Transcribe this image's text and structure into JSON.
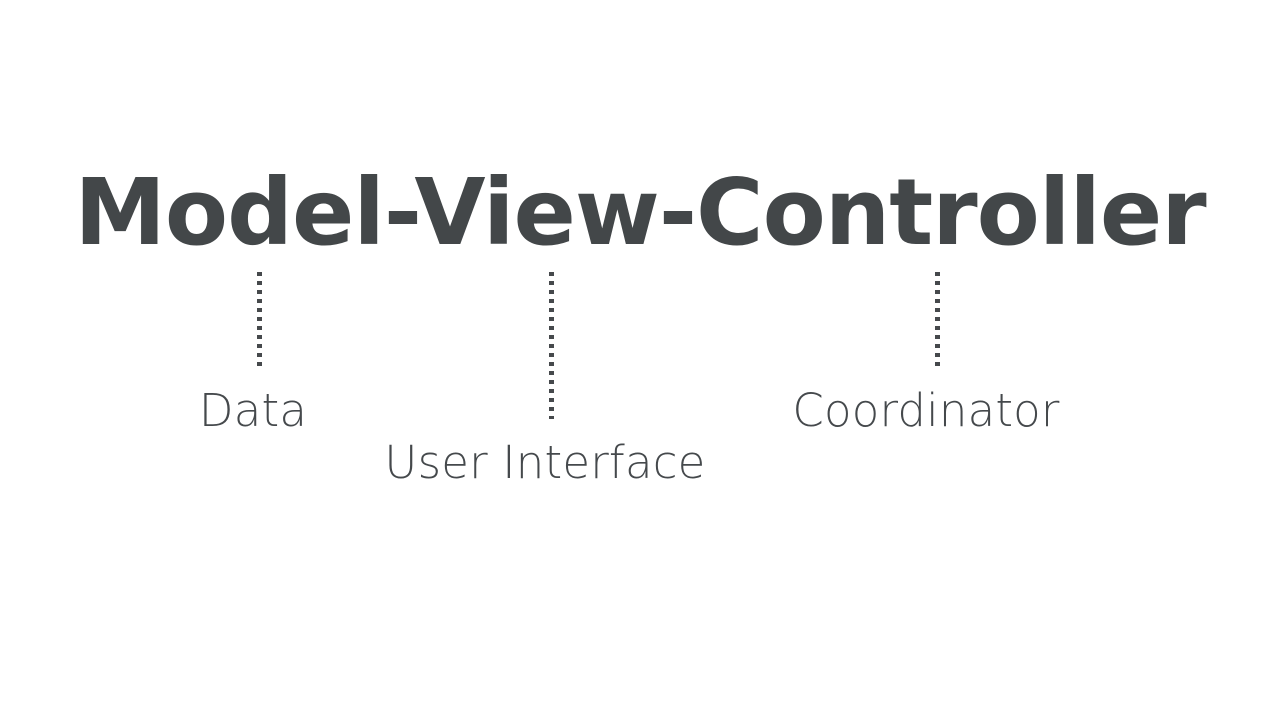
{
  "slide": {
    "background_color": "#ffffff",
    "title": "Model-View-Controller",
    "title_color": "#434749",
    "connector_color": "#46494c",
    "label_color": "#45494c"
  },
  "components": [
    {
      "term": "Model",
      "label": "Data",
      "connector_name": "connector-model"
    },
    {
      "term": "View",
      "label": "User Interface",
      "connector_name": "connector-view"
    },
    {
      "term": "Controller",
      "label": "Coordinator",
      "connector_name": "connector-controller"
    }
  ]
}
